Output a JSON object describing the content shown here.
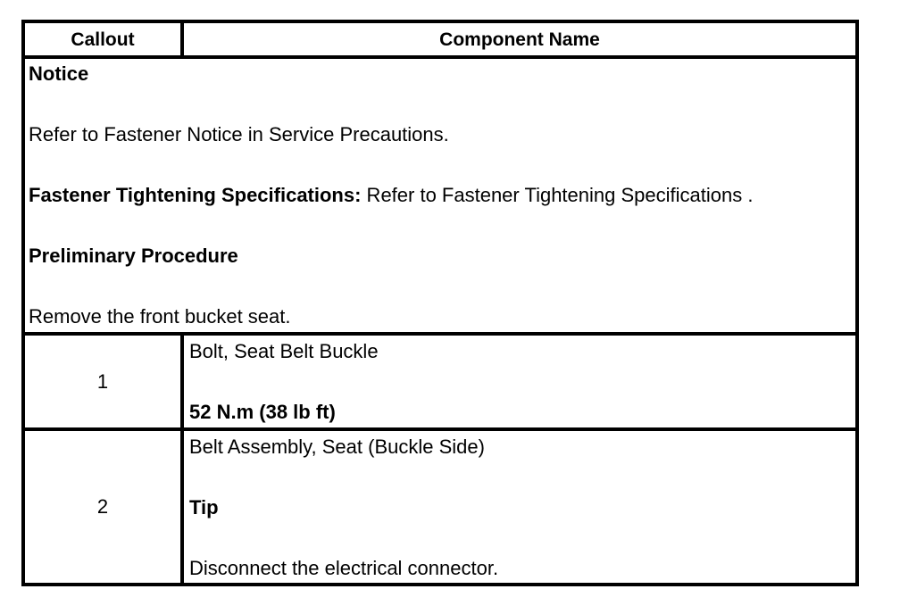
{
  "header": {
    "callout": "Callout",
    "component_name": "Component Name"
  },
  "notice": {
    "title": "Notice",
    "text": "Refer to Fastener Notice in Service Precautions.",
    "spec_label": "Fastener Tightening Specifications:",
    "spec_text": " Refer to Fastener Tightening Specifications .",
    "procedure_title": "Preliminary Procedure",
    "procedure_text": "Remove the front bucket seat."
  },
  "rows": [
    {
      "callout": "1",
      "name": "Bolt, Seat Belt Buckle",
      "torque": "52 N.m (38 lb ft)"
    },
    {
      "callout": "2",
      "name": "Belt Assembly, Seat (Buckle Side)",
      "tip_label": "Tip",
      "tip_text": "Disconnect the electrical connector."
    }
  ]
}
